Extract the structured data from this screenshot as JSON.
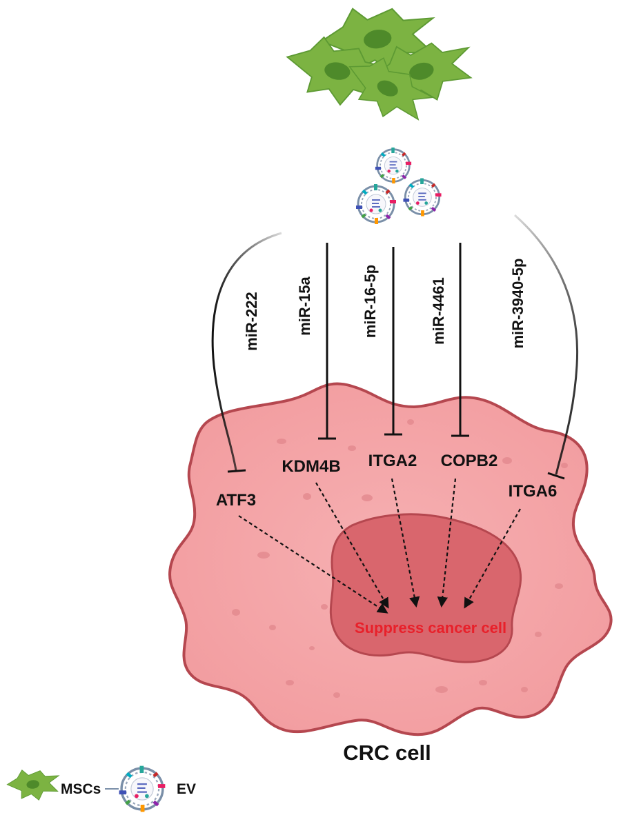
{
  "colors": {
    "msc_fill": "#7cb342",
    "msc_dark": "#4e8a2a",
    "cell_fill": "#f4a7aa",
    "cell_border": "#b5474f",
    "nucleus_fill": "#d9666d",
    "outcome_text": "#e8202a",
    "line": "#111111"
  },
  "icons": {
    "msc": "msc-cell-icon",
    "ev": "extracellular-vesicle-icon"
  },
  "pathways": [
    {
      "mirna": "miR-222",
      "target": "ATF3"
    },
    {
      "mirna": "miR-15a",
      "target": "KDM4B"
    },
    {
      "mirna": "miR-16-5p",
      "target": "ITGA2"
    },
    {
      "mirna": "miR-4461",
      "target": "COPB2"
    },
    {
      "mirna": "miR-3940-5p",
      "target": "ITGA6"
    }
  ],
  "outcome": "Suppress cancer cell",
  "cell_label": "CRC cell",
  "legend": {
    "msc_label": "MSCs",
    "ev_label": "EV"
  }
}
